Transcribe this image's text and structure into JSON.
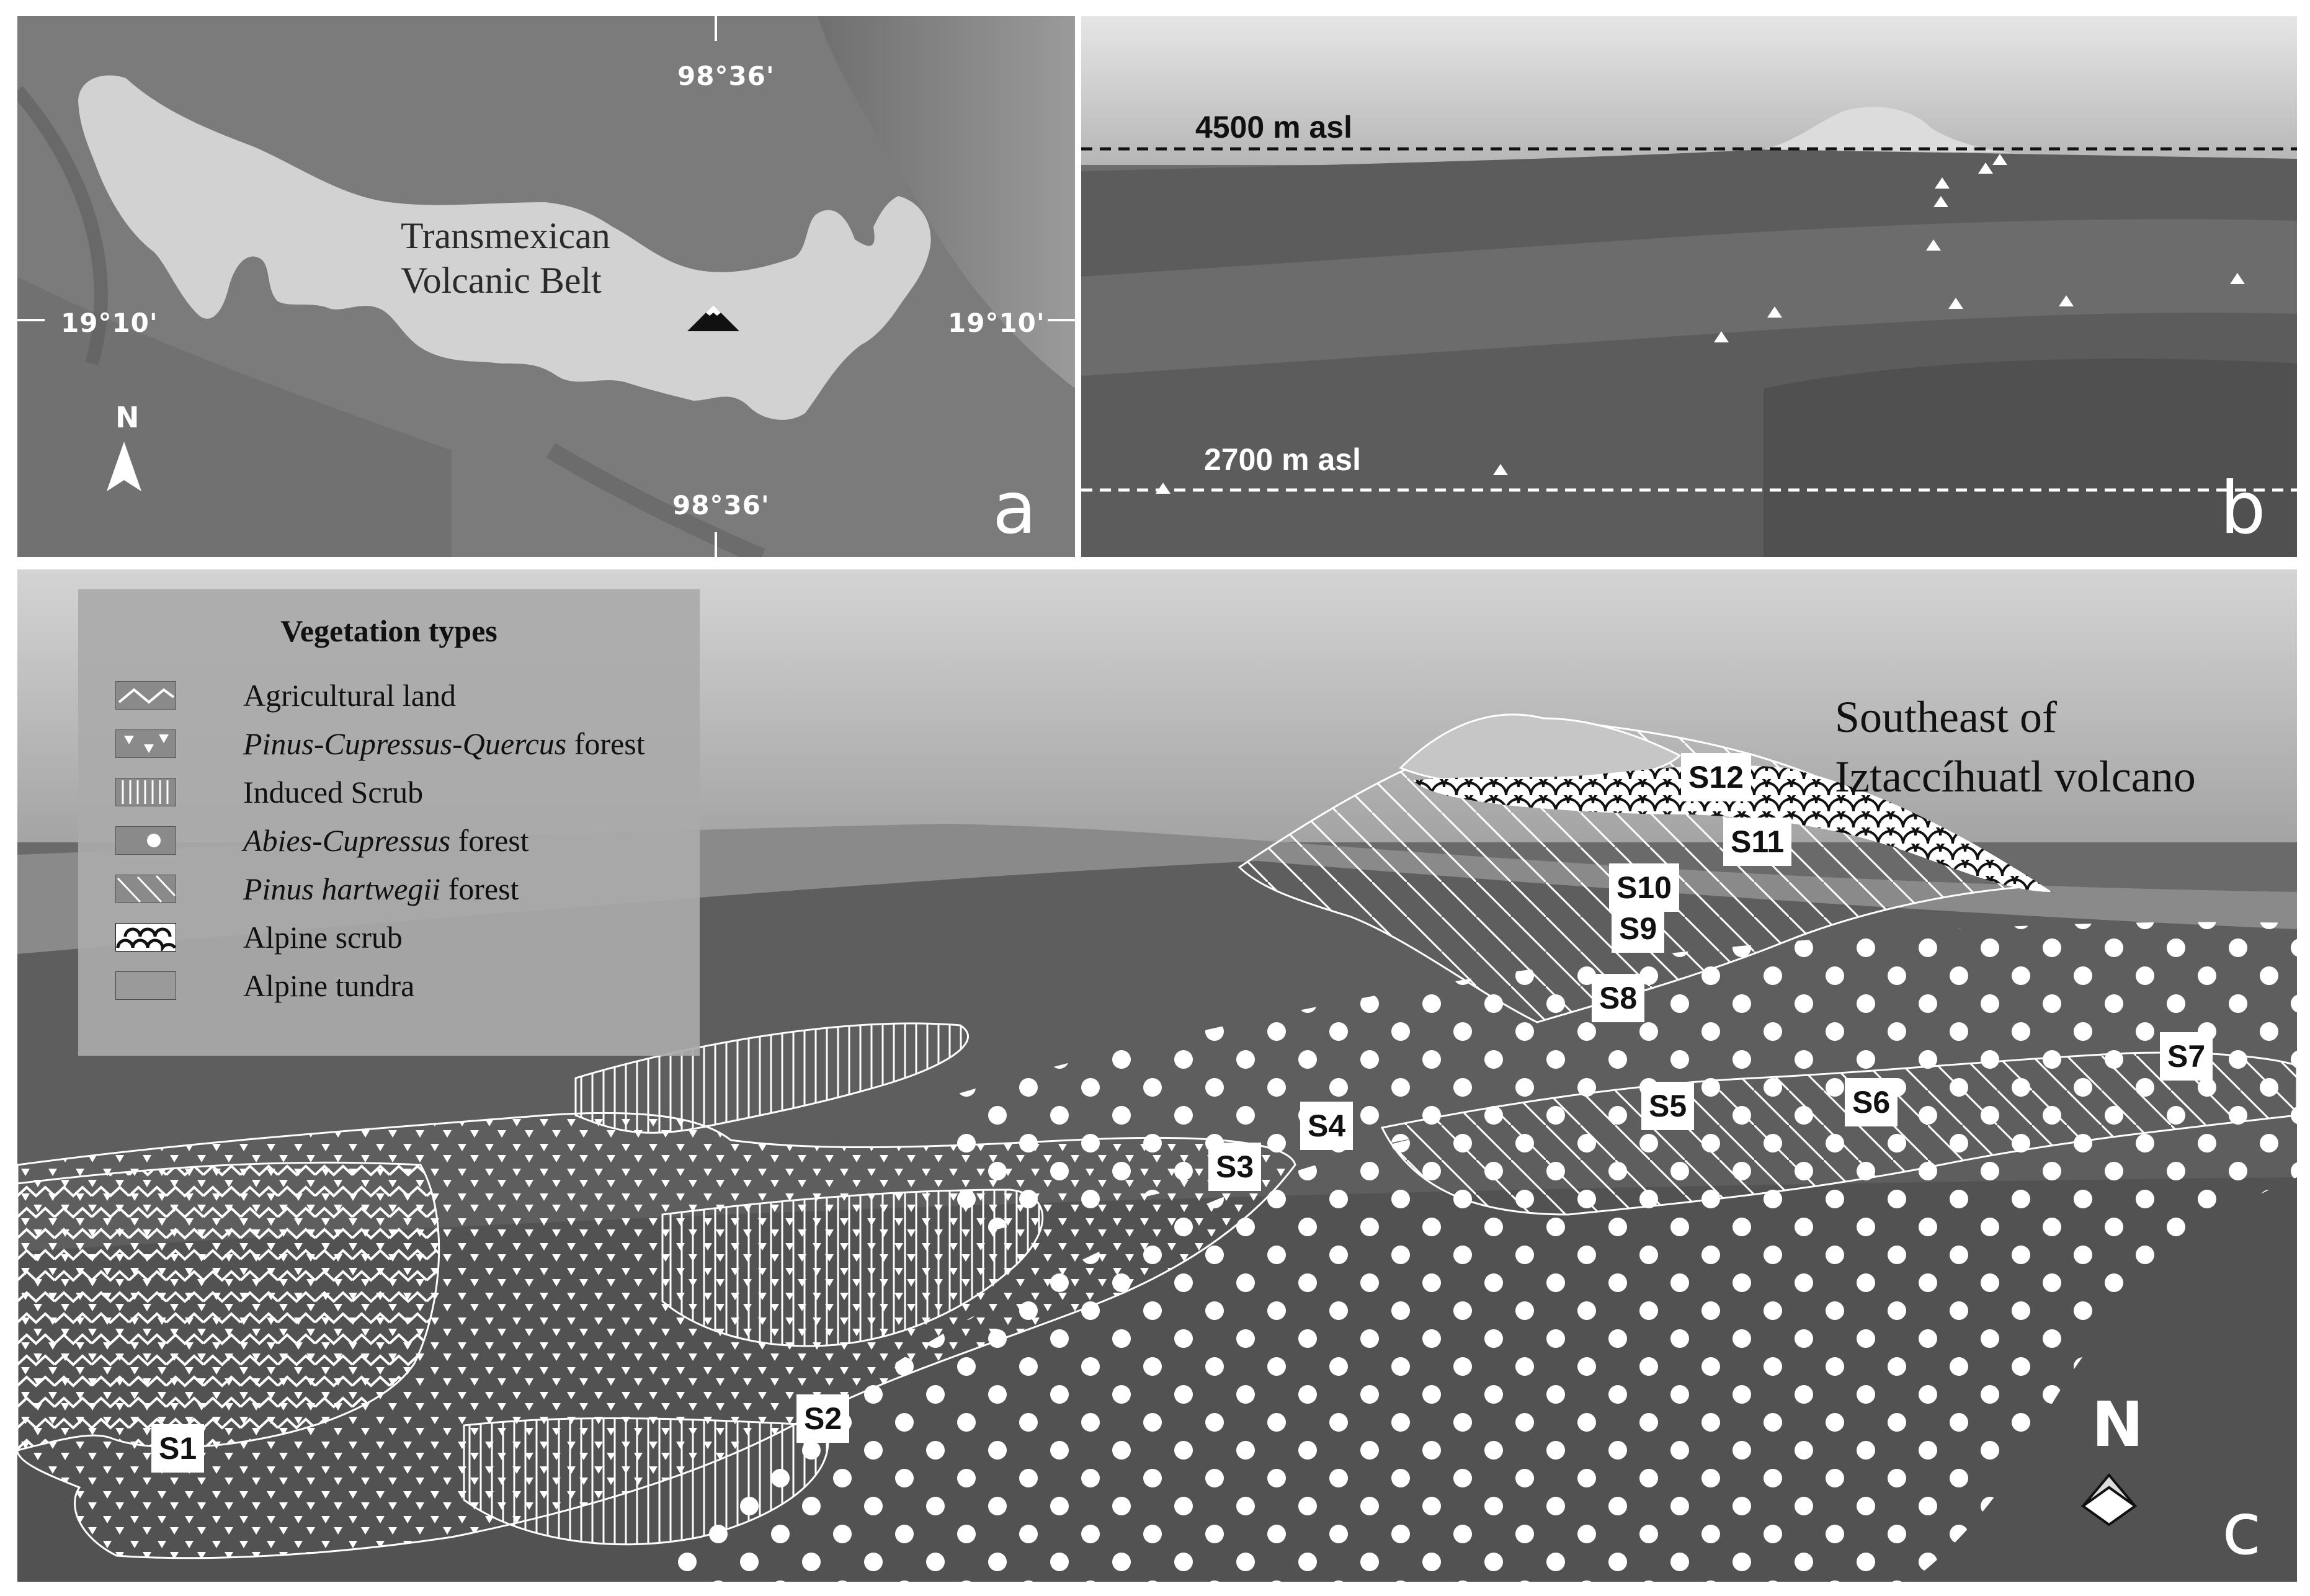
{
  "panel_a": {
    "belt_label_line1": "Transmexican",
    "belt_label_line2": "Volcanic Belt",
    "coord_top": "98°36'",
    "coord_bottom": "98°36'",
    "coord_left": "19°10'",
    "coord_right": "19°10'",
    "north": "N",
    "letter": "a"
  },
  "panel_b": {
    "upper_line_label": "4500 m asl",
    "lower_line_label": "2700 m asl",
    "letter": "b"
  },
  "panel_c": {
    "title_line1": "Southeast of",
    "title_line2": "Iztaccíhuatl volcano",
    "north": "N",
    "letter": "c",
    "legend": {
      "title": "Vegetation types",
      "items": [
        {
          "label": "Agricultural land",
          "pattern": "zigzag"
        },
        {
          "label_italic": "Pinus-Cupressus-Quercus",
          "label_rest": " forest",
          "pattern": "triangles"
        },
        {
          "label": "Induced Scrub",
          "pattern": "vertical-lines"
        },
        {
          "label_italic": "Abies-Cupressus",
          "label_rest": " forest",
          "pattern": "dots"
        },
        {
          "label_italic": "Pinus hartwegii",
          "label_rest": " forest",
          "pattern": "diagonal-lines"
        },
        {
          "label": "Alpine scrub",
          "pattern": "scallops"
        },
        {
          "label": "Alpine tundra",
          "pattern": "plain"
        }
      ]
    },
    "sites": [
      "S1",
      "S2",
      "S3",
      "S4",
      "S5",
      "S6",
      "S7",
      "S8",
      "S9",
      "S10",
      "S11",
      "S12"
    ]
  },
  "colors": {
    "overlay": "#ffffff",
    "label_bg": "#ffffff",
    "legend_bg": "#aaaaaa"
  }
}
